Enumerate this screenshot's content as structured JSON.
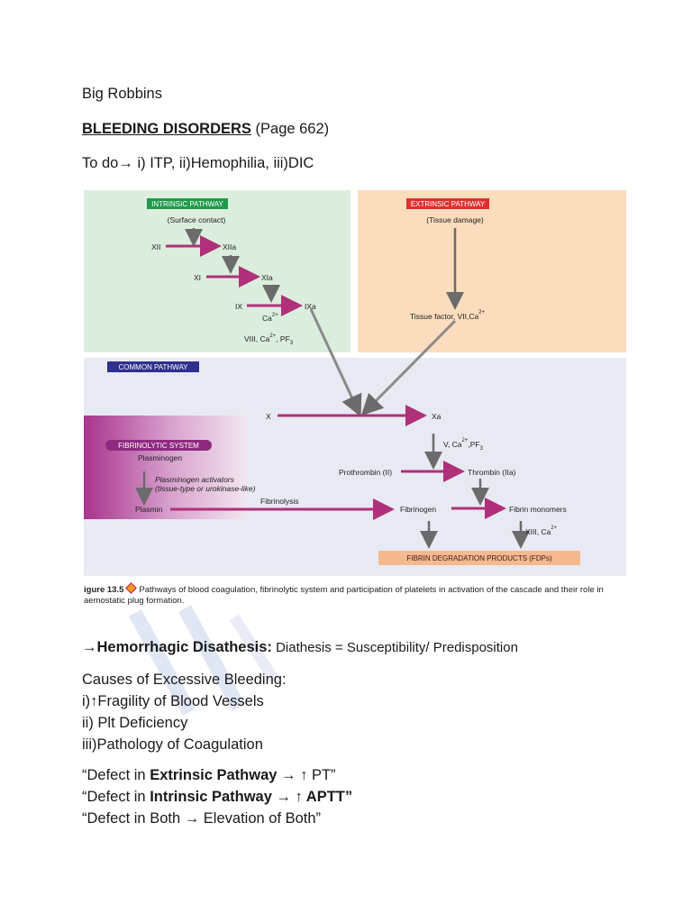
{
  "header": {
    "source": "Big Robbins",
    "title": "BLEEDING DISORDERS",
    "page_ref": " (Page 662)",
    "todo": "To do→ i) ITP, ii)Hemophilia, iii)DIC"
  },
  "figure": {
    "intrinsic_label": "INTRINSIC PATHWAY",
    "surface_contact": "(Surface contact)",
    "xii": "XII",
    "xiia": "XIIa",
    "xi": "XI",
    "xia": "XIa",
    "ix": "IX",
    "ixa": "IXa",
    "ca": "Ca",
    "viii": "VIII, Ca",
    "pf3": ", PF",
    "extrinsic_label": "EXTRINSIC PATHWAY",
    "tissue_damage": "(Tissue damage)",
    "tissue_factor": "Tissue factor, VII,Ca",
    "common_label": "COMMON PATHWAY",
    "x": "X",
    "xa": "Xa",
    "v_ca": "V, Ca",
    "v_pf3": ",PF",
    "prothrombin": "Prothrombin (II)",
    "thrombin": "Thrombin (IIa)",
    "fibrinolytic_label": "FIBRINOLYTIC SYSTEM",
    "plasminogen": "Plasminogen",
    "activators_1": "Plasminogen activators",
    "activators_2": "(tissue-type or urokinase-like)",
    "plasmin": "Plasmin",
    "fibrinolysis": "Fibrinolysis",
    "fibrinogen": "Fibrinogen",
    "fibrin_monomers": "Fibrin monomers",
    "xiii_ca": "XIII, Ca",
    "fdp": "FIBRIN DEGRADATION PRODUCTS (FDPs)",
    "sup2": "2+",
    "sub3": "3"
  },
  "caption": {
    "fignum": "igure 13.5",
    "text": "Pathways of blood coagulation, fibrinolytic system and participation of platelets in activation of the cascade and their role in",
    "text2": "aemostatic plug formation."
  },
  "notes": {
    "hem_arrow": "→",
    "hem_title": "Hemorrhagic Disathesis:",
    "hem_def": " Diathesis = Susceptibility/ Predisposition",
    "causes_title": "Causes of Excessive Bleeding:",
    "cause1": "i)↑Fragility of Blood Vessels",
    "cause2": "ii) Plt Deficiency",
    "cause3": "iii)Pathology of Coagulation",
    "q1_a": "“Defect in ",
    "q1_b": "Extrinsic Pathway",
    "q1_c": " → ↑ PT”",
    "q2_a": "“Defect in ",
    "q2_b": "Intrinsic Pathway → ↑ APTT”",
    "q3": "“Defect in Both → Elevation of Both”"
  },
  "colors": {
    "intrinsic_bg": "#dbeedd",
    "extrinsic_bg": "#fbdcbd",
    "common_bg": "#e8eaf3",
    "label_green": "#1f9b4a",
    "label_red": "#e0302f",
    "label_blue": "#2e2f8f",
    "arrow_magenta": "#b0307a",
    "fdp_bg": "#f4b98f"
  }
}
